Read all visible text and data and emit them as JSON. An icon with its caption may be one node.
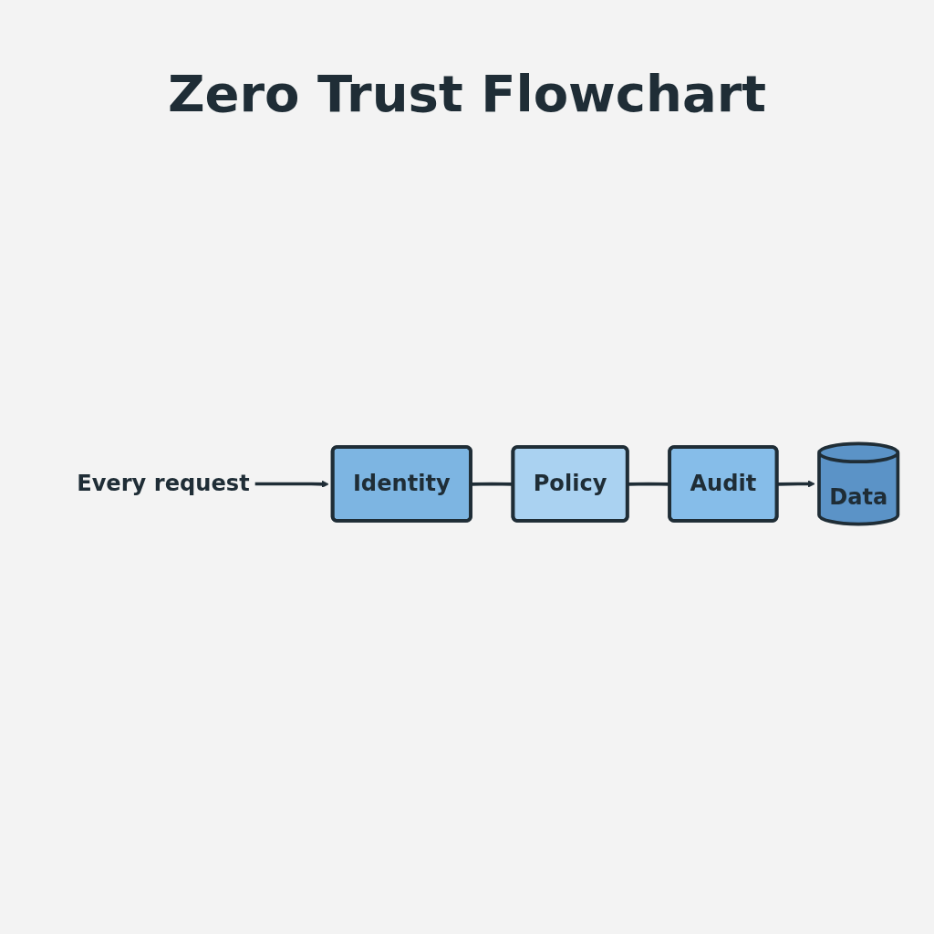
{
  "diagram": {
    "title": "Zero Trust Flowchart",
    "nodes": [
      {
        "text": [
          "Every request"
        ]
      },
      {
        "text": [
          "Identity"
        ]
      },
      {
        "text": [
          "Policy"
        ]
      },
      {
        "text": [
          "Audit"
        ]
      },
      {
        "text": [
          "Data"
        ]
      }
    ],
    "edges": [
      {
        "from": 0,
        "to": 1,
        "arrow": "to"
      },
      {
        "from": 1,
        "to": 2,
        "arrow": "none"
      },
      {
        "from": 2,
        "to": 3,
        "arrow": "none"
      },
      {
        "from": 3,
        "to": 4,
        "arrow": "to"
      }
    ]
  }
}
